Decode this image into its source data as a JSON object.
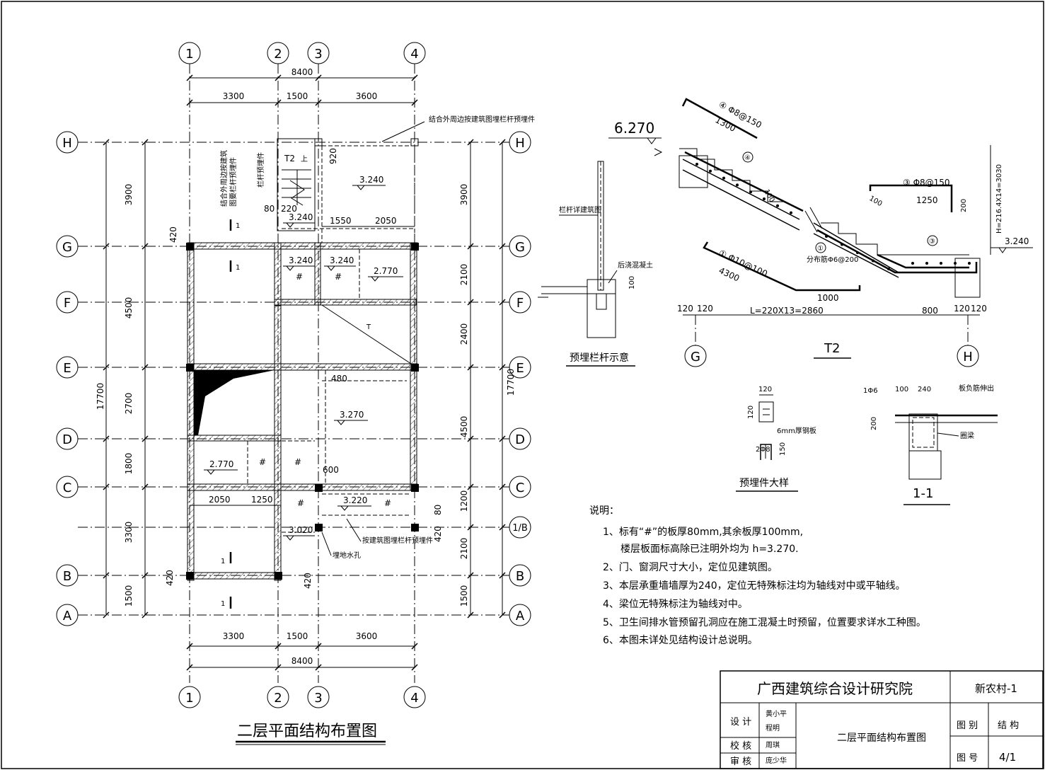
{
  "axes_x": [
    "1",
    "2",
    "3",
    "4"
  ],
  "axes_y": [
    "H",
    "G",
    "F",
    "E",
    "D",
    "C",
    "1/B",
    "B",
    "A"
  ],
  "top_dims": {
    "total": "8400",
    "spans": [
      "3300",
      "1500",
      "3600"
    ]
  },
  "bottom_dims": {
    "total": "8400",
    "spans": [
      "3300",
      "1500",
      "3600"
    ]
  },
  "left_dims": {
    "total": "17700",
    "spans": [
      "3900",
      "4500",
      "2700",
      "1800",
      "3300",
      "1500"
    ]
  },
  "right_dims": {
    "total": "17700",
    "spans": [
      "3900",
      "2100",
      "2400",
      "4500",
      "1200",
      "2100",
      "1500"
    ]
  },
  "plan": {
    "labels": {
      "t2": "T2",
      "up": "上",
      "d920": "920",
      "d80": "80",
      "d220": "220",
      "d420a": "420",
      "d1550": "1550",
      "d2050": "2050",
      "d480": "480",
      "d600": "600",
      "d2050b": "2050",
      "d1250": "1250",
      "d80b": "80",
      "d420b": "420",
      "d420c": "420",
      "d420d": "420",
      "e3240a": "3.240",
      "e3240b": "3.240",
      "e3240c": "3.240",
      "e3240d": "3.240",
      "e2770a": "2.770",
      "e3270": "3.270",
      "e2770b": "2.770",
      "e3220": "3.220",
      "e3020": "3.020",
      "hash": "#",
      "sec1": "1",
      "t_mark": "T"
    },
    "callouts": {
      "top": "结合外周边按建筑图埋栏杆预埋件",
      "left1": "结合外周边按建筑",
      "left2": "图要栏杆预埋件",
      "stair": "栏杆预埋件",
      "bottom": "按建筑图埋栏杆预埋件",
      "drain": "埋地水孔"
    },
    "title": "二层平面结构布置图"
  },
  "railing": {
    "title": "预埋栏杆示意",
    "label1": "栏杆详建筑图",
    "label2": "后浇混凝土",
    "dim": "100"
  },
  "stair": {
    "title": "T2",
    "elev_top": "6.270",
    "elev_bottom": "3.240",
    "bar4": "④ Φ8@150",
    "bar4_len": "1300",
    "bar3": "③ Φ8@150",
    "bar3_len": "1250",
    "bar3_hook": "100",
    "bar3_h": "200",
    "bar1": "① Φ10@100",
    "bar1_len": "4300",
    "bar1_tail": "1000",
    "dist": "分布筋Φ6@200",
    "height": "H=216.4X14=3030",
    "thk": "100",
    "dims": [
      "120",
      "120",
      "L=220X13=2860",
      "800",
      "120",
      "120"
    ],
    "axis_left": "G",
    "axis_right": "H",
    "c4": "④",
    "c1": "①",
    "c3": "③"
  },
  "embed": {
    "title": "预埋件大样",
    "d120a": "120",
    "d120b": "120",
    "plate": "6mm厚钢板",
    "bars": "2Φ8",
    "d150": "150"
  },
  "section": {
    "title": "1-1",
    "d1": "1Φ6",
    "d100": "100",
    "d240": "240",
    "d200": "200",
    "label1": "板负筋伸出",
    "label2": "圈梁"
  },
  "notes": {
    "heading": "说明：",
    "items": [
      "1、标有“#”的板厚80mm,其余板厚100mm,",
      "楼层板面标高除已注明外均为 h=3.270.",
      "2、门、窗洞尺寸大小，定位见建筑图。",
      "3、本层承重墙墙厚为240，定位无特殊标注均为轴线对中或平轴线。",
      "4、梁位无特殊标注为轴线对中。",
      "5、卫生间排水管预留孔洞应在施工混凝土时预留，位置要求详水工种图。",
      "6、本图未详处见结构设计总说明。"
    ]
  },
  "title_block": {
    "institute": "广西建筑综合设计研究院",
    "project": "新农村-1",
    "design_label": "设 计",
    "design_names": [
      "黄小平",
      "程明"
    ],
    "check_label": "校 核",
    "check_name": "周琪",
    "review_label": "审 核",
    "review_name": "庞少华",
    "drawing_name": "二层平面结构布置图",
    "category_label": "图 别",
    "category": "结 构",
    "number_label": "图 号",
    "number": "4/1"
  }
}
